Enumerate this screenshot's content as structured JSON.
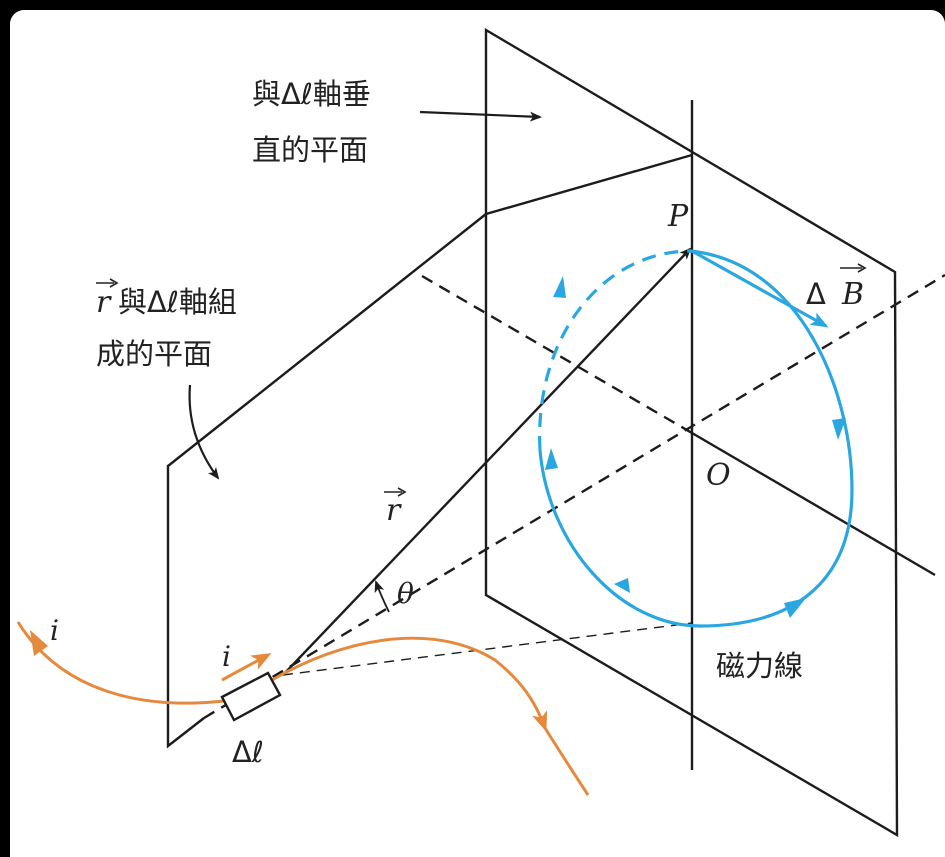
{
  "labels": {
    "perp_plane_line1": "與Δℓ軸垂",
    "perp_plane_line2": "直的平面",
    "r_plane_prefix": "與Δℓ軸組",
    "r_plane_line2": "成的平面",
    "r_vector": "r",
    "theta": "θ",
    "point_p": "P",
    "origin_o": "O",
    "delta_b_prefix": "Δ",
    "delta_b_symbol": "B",
    "field_lines": "磁力線",
    "current_i_left": "i",
    "current_i_element": "i",
    "delta_l": "Δℓ"
  },
  "colors": {
    "field_line": "#2aa7e0",
    "current": "#e58a3c",
    "line": "#1c1c1c"
  }
}
